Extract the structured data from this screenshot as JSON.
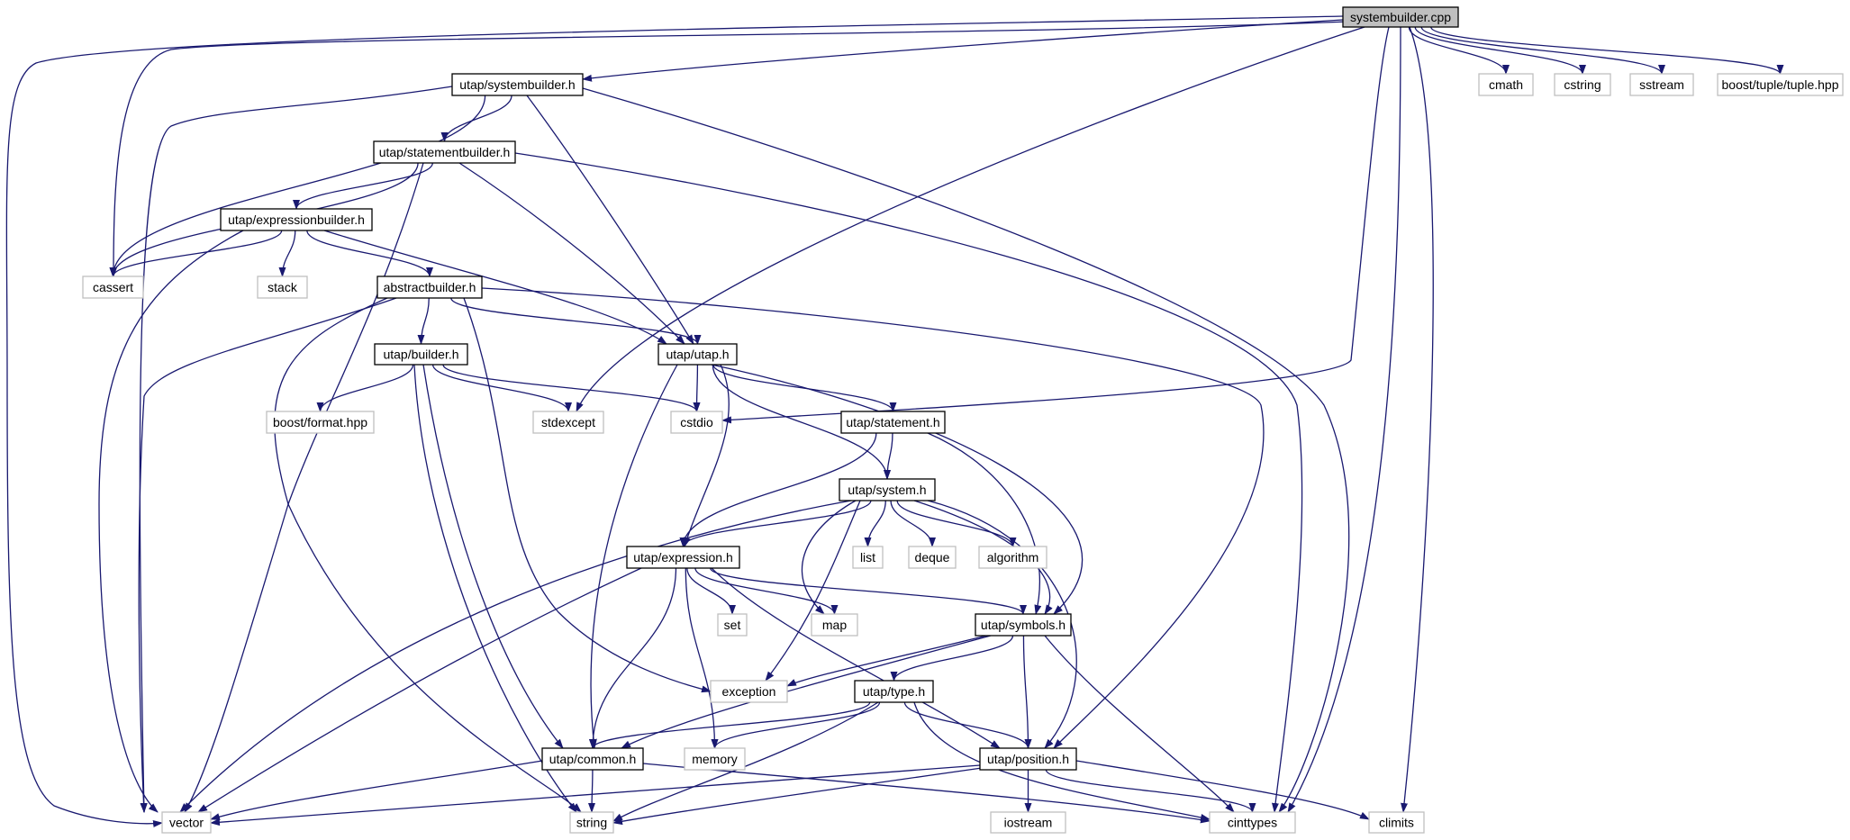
{
  "colors": {
    "edge": "#191970",
    "root_fill": "#bfbfbf",
    "project_border": "#000000",
    "external_border": "#bfbfbf",
    "text": "#000000"
  },
  "nodes": [
    {
      "id": "systembuilder_cpp",
      "label": "systembuilder.cpp",
      "kind": "root"
    },
    {
      "id": "systembuilder_h",
      "label": "utap/systembuilder.h",
      "kind": "project"
    },
    {
      "id": "statementbuilder_h",
      "label": "utap/statementbuilder.h",
      "kind": "project"
    },
    {
      "id": "expressionbuilder_h",
      "label": "utap/expressionbuilder.h",
      "kind": "project"
    },
    {
      "id": "abstractbuilder_h",
      "label": "abstractbuilder.h",
      "kind": "project"
    },
    {
      "id": "builder_h",
      "label": "utap/builder.h",
      "kind": "project"
    },
    {
      "id": "utap_h",
      "label": "utap/utap.h",
      "kind": "project"
    },
    {
      "id": "statement_h",
      "label": "utap/statement.h",
      "kind": "project"
    },
    {
      "id": "system_h",
      "label": "utap/system.h",
      "kind": "project"
    },
    {
      "id": "expression_h",
      "label": "utap/expression.h",
      "kind": "project"
    },
    {
      "id": "symbols_h",
      "label": "utap/symbols.h",
      "kind": "project"
    },
    {
      "id": "type_h",
      "label": "utap/type.h",
      "kind": "project"
    },
    {
      "id": "common_h",
      "label": "utap/common.h",
      "kind": "project"
    },
    {
      "id": "position_h",
      "label": "utap/position.h",
      "kind": "project"
    },
    {
      "id": "cmath",
      "label": "cmath",
      "kind": "external"
    },
    {
      "id": "cstring",
      "label": "cstring",
      "kind": "external"
    },
    {
      "id": "sstream",
      "label": "sstream",
      "kind": "external"
    },
    {
      "id": "tuple_hpp",
      "label": "boost/tuple/tuple.hpp",
      "kind": "external"
    },
    {
      "id": "cassert",
      "label": "cassert",
      "kind": "external"
    },
    {
      "id": "stack",
      "label": "stack",
      "kind": "external"
    },
    {
      "id": "format_hpp",
      "label": "boost/format.hpp",
      "kind": "external"
    },
    {
      "id": "stdexcept",
      "label": "stdexcept",
      "kind": "external"
    },
    {
      "id": "cstdio",
      "label": "cstdio",
      "kind": "external"
    },
    {
      "id": "list",
      "label": "list",
      "kind": "external"
    },
    {
      "id": "deque",
      "label": "deque",
      "kind": "external"
    },
    {
      "id": "algorithm",
      "label": "algorithm",
      "kind": "external"
    },
    {
      "id": "set",
      "label": "set",
      "kind": "external"
    },
    {
      "id": "map",
      "label": "map",
      "kind": "external"
    },
    {
      "id": "exception",
      "label": "exception",
      "kind": "external"
    },
    {
      "id": "memory",
      "label": "memory",
      "kind": "external"
    },
    {
      "id": "vector",
      "label": "vector",
      "kind": "external"
    },
    {
      "id": "string",
      "label": "string",
      "kind": "external"
    },
    {
      "id": "iostream",
      "label": "iostream",
      "kind": "external"
    },
    {
      "id": "cinttypes",
      "label": "cinttypes",
      "kind": "external"
    },
    {
      "id": "climits",
      "label": "climits",
      "kind": "external"
    }
  ],
  "edges": [
    [
      "systembuilder_cpp",
      "systembuilder_h"
    ],
    [
      "systembuilder_cpp",
      "cassert"
    ],
    [
      "systembuilder_cpp",
      "vector"
    ],
    [
      "systembuilder_cpp",
      "stdexcept"
    ],
    [
      "systembuilder_cpp",
      "cstdio"
    ],
    [
      "systembuilder_cpp",
      "cinttypes"
    ],
    [
      "systembuilder_cpp",
      "climits"
    ],
    [
      "systembuilder_cpp",
      "cmath"
    ],
    [
      "systembuilder_cpp",
      "cstring"
    ],
    [
      "systembuilder_cpp",
      "sstream"
    ],
    [
      "systembuilder_cpp",
      "tuple_hpp"
    ],
    [
      "systembuilder_h",
      "statementbuilder_h"
    ],
    [
      "systembuilder_h",
      "utap_h"
    ],
    [
      "systembuilder_h",
      "cassert"
    ],
    [
      "systembuilder_h",
      "vector"
    ],
    [
      "systembuilder_h",
      "cinttypes"
    ],
    [
      "statementbuilder_h",
      "expressionbuilder_h"
    ],
    [
      "statementbuilder_h",
      "cassert"
    ],
    [
      "statementbuilder_h",
      "vector"
    ],
    [
      "statementbuilder_h",
      "utap_h"
    ],
    [
      "statementbuilder_h",
      "cinttypes"
    ],
    [
      "expressionbuilder_h",
      "cassert"
    ],
    [
      "expressionbuilder_h",
      "stack"
    ],
    [
      "expressionbuilder_h",
      "abstractbuilder_h"
    ],
    [
      "expressionbuilder_h",
      "utap_h"
    ],
    [
      "expressionbuilder_h",
      "vector"
    ],
    [
      "abstractbuilder_h",
      "builder_h"
    ],
    [
      "abstractbuilder_h",
      "utap_h"
    ],
    [
      "abstractbuilder_h",
      "vector"
    ],
    [
      "abstractbuilder_h",
      "string"
    ],
    [
      "abstractbuilder_h",
      "exception"
    ],
    [
      "abstractbuilder_h",
      "position_h"
    ],
    [
      "builder_h",
      "format_hpp"
    ],
    [
      "builder_h",
      "stdexcept"
    ],
    [
      "builder_h",
      "cstdio"
    ],
    [
      "builder_h",
      "common_h"
    ],
    [
      "builder_h",
      "string"
    ],
    [
      "utap_h",
      "cstdio"
    ],
    [
      "utap_h",
      "statement_h"
    ],
    [
      "utap_h",
      "system_h"
    ],
    [
      "utap_h",
      "expression_h"
    ],
    [
      "utap_h",
      "symbols_h"
    ],
    [
      "utap_h",
      "common_h"
    ],
    [
      "statement_h",
      "system_h"
    ],
    [
      "statement_h",
      "expression_h"
    ],
    [
      "statement_h",
      "symbols_h"
    ],
    [
      "system_h",
      "expression_h"
    ],
    [
      "system_h",
      "list"
    ],
    [
      "system_h",
      "deque"
    ],
    [
      "system_h",
      "algorithm"
    ],
    [
      "system_h",
      "map"
    ],
    [
      "system_h",
      "symbols_h"
    ],
    [
      "system_h",
      "exception"
    ],
    [
      "system_h",
      "vector"
    ],
    [
      "system_h",
      "position_h"
    ],
    [
      "expression_h",
      "set"
    ],
    [
      "expression_h",
      "map"
    ],
    [
      "expression_h",
      "symbols_h"
    ],
    [
      "expression_h",
      "common_h"
    ],
    [
      "expression_h",
      "memory"
    ],
    [
      "expression_h",
      "vector"
    ],
    [
      "expression_h",
      "position_h"
    ],
    [
      "symbols_h",
      "type_h"
    ],
    [
      "symbols_h",
      "position_h"
    ],
    [
      "symbols_h",
      "exception"
    ],
    [
      "symbols_h",
      "cinttypes"
    ],
    [
      "symbols_h",
      "common_h"
    ],
    [
      "type_h",
      "common_h"
    ],
    [
      "type_h",
      "memory"
    ],
    [
      "type_h",
      "position_h"
    ],
    [
      "type_h",
      "string"
    ],
    [
      "type_h",
      "cinttypes"
    ],
    [
      "common_h",
      "vector"
    ],
    [
      "common_h",
      "string"
    ],
    [
      "common_h",
      "cinttypes"
    ],
    [
      "position_h",
      "vector"
    ],
    [
      "position_h",
      "string"
    ],
    [
      "position_h",
      "iostream"
    ],
    [
      "position_h",
      "cinttypes"
    ],
    [
      "position_h",
      "climits"
    ]
  ]
}
